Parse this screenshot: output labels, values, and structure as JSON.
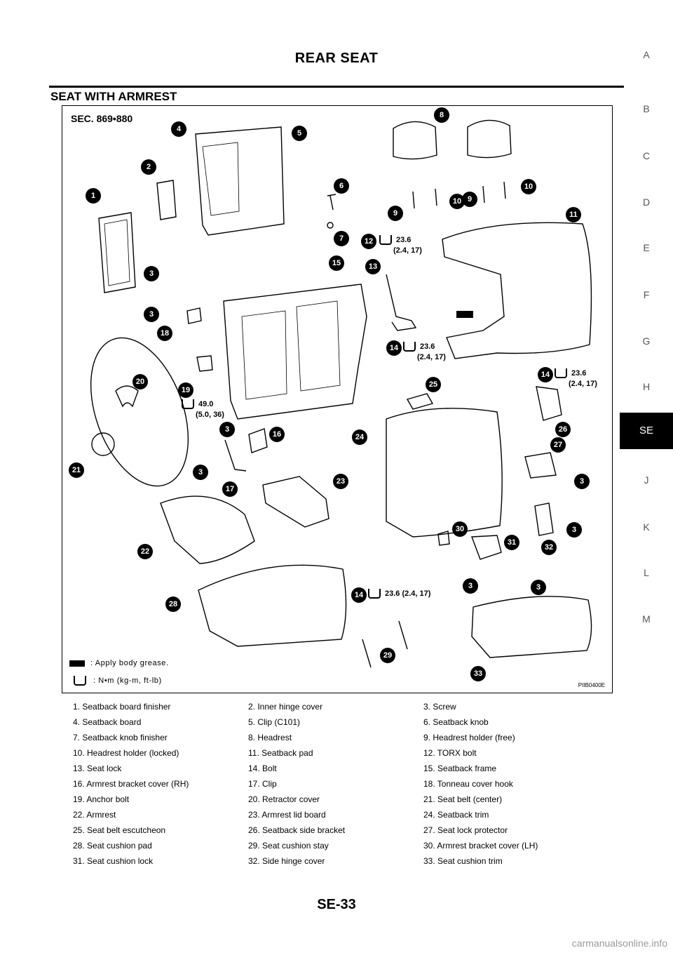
{
  "header": {
    "title": "REAR SEAT"
  },
  "section": {
    "title": "SEAT WITH ARMREST"
  },
  "side_index": {
    "letters": [
      "A",
      "B",
      "C",
      "D",
      "E",
      "F",
      "G",
      "H",
      "SE",
      "J",
      "K",
      "L",
      "M"
    ],
    "active": "SE"
  },
  "figure": {
    "sec_label": "SEC. 869•880",
    "figure_id": "PIIB0400E",
    "callouts": [
      "1",
      "2",
      "3",
      "4",
      "5",
      "6",
      "7",
      "8",
      "9",
      "10",
      "11",
      "12",
      "13",
      "14",
      "15",
      "16",
      "17",
      "18",
      "19",
      "20",
      "21",
      "22",
      "23",
      "24",
      "25",
      "26",
      "27",
      "28",
      "29",
      "30",
      "31",
      "32",
      "33"
    ],
    "torques": [
      {
        "item": "12",
        "line1": "23.6",
        "line2": "(2.4, 17)"
      },
      {
        "item": "14",
        "line1": "23.6",
        "line2": "(2.4, 17)"
      },
      {
        "item": "14",
        "line1": "23.6",
        "line2": "(2.4, 17)"
      },
      {
        "item": "19",
        "line1": "49.0",
        "line2": "(5.0, 36)"
      },
      {
        "item": "14",
        "line1": "23.6 (2.4, 17)",
        "line2": ""
      }
    ],
    "legend": {
      "grease": ": Apply body grease.",
      "torque": ": N•m (kg-m, ft-lb)"
    }
  },
  "parts_list": [
    [
      "1. Seatback board finisher",
      "2. Inner hinge cover",
      "3. Screw"
    ],
    [
      "4. Seatback board",
      "5. Clip (C101)",
      "6. Seatback knob"
    ],
    [
      "7. Seatback knob finisher",
      "8. Headrest",
      "9. Headrest holder (free)"
    ],
    [
      "10. Headrest holder (locked)",
      "11. Seatback pad",
      "12. TORX bolt"
    ],
    [
      "13. Seat lock",
      "14. Bolt",
      "15. Seatback frame"
    ],
    [
      "16. Armrest bracket cover (RH)",
      "17. Clip",
      "18. Tonneau cover hook"
    ],
    [
      "19. Anchor bolt",
      "20. Retractor cover",
      "21. Seat belt (center)"
    ],
    [
      "22. Armrest",
      "23. Armrest lid board",
      "24. Seatback trim"
    ],
    [
      "25. Seat belt escutcheon",
      "26. Seatback side bracket",
      "27. Seat lock protector"
    ],
    [
      "28. Seat cushion pad",
      "29. Seat cushion stay",
      "30. Armrest bracket cover (LH)"
    ],
    [
      "31. Seat cushion lock",
      "32. Side hinge cover",
      "33. Seat cushion trim"
    ]
  ],
  "footer": {
    "page_number": "SE-33"
  },
  "watermark": "carmanualsonline.info"
}
